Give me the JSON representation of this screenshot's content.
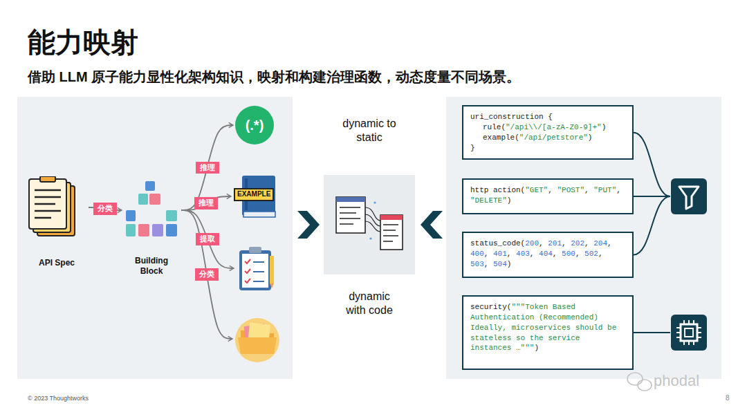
{
  "diagram": {
    "title": "能力映射",
    "nodes": [
      {
        "text": [
          "API Spec"
        ]
      },
      {
        "text": [
          "Building Block"
        ]
      },
      {
        "text": [
          "(.*)"
        ]
      },
      {
        "text": [
          "EXAMPLE"
        ]
      },
      {
        "text": [
          "dynamic to static",
          "dynamic with code"
        ]
      },
      {
        "text": [
          "uri_construction {",
          "rule(\"/api\\\\/[a-zA-Z0-9]+\")",
          "example(\"/api/petstore\")",
          "}"
        ]
      },
      {
        "text": [
          "http action(\"GET\", \"POST\", \"PUT\", \"DELETE\")"
        ]
      },
      {
        "text": [
          "status_code(200, 201, 202, 204, 400, 401, 403, 404, 500, 502, 503, 504)"
        ]
      },
      {
        "text": [
          "security(\"\"\"Token Based Authentication (Recommended) Ideally, microservices should be stateless so the service instances …\"\"\")"
        ]
      }
    ],
    "edges": [
      {
        "from": 0,
        "to": 1,
        "label": "分类",
        "arrow": "to"
      },
      {
        "from": 1,
        "to": 2,
        "label": "推理",
        "arrow": "to"
      },
      {
        "from": 1,
        "to": 3,
        "label": "推理",
        "arrow": "to"
      }
    ],
    "labels": [
      "借助 LLM 原子能力显性化架构知识，映射和构建治理函数，动态度量不同场景。",
      "提取",
      "分类",
      "© 2023 Thoughtworks",
      "8",
      "phodal"
    ]
  }
}
